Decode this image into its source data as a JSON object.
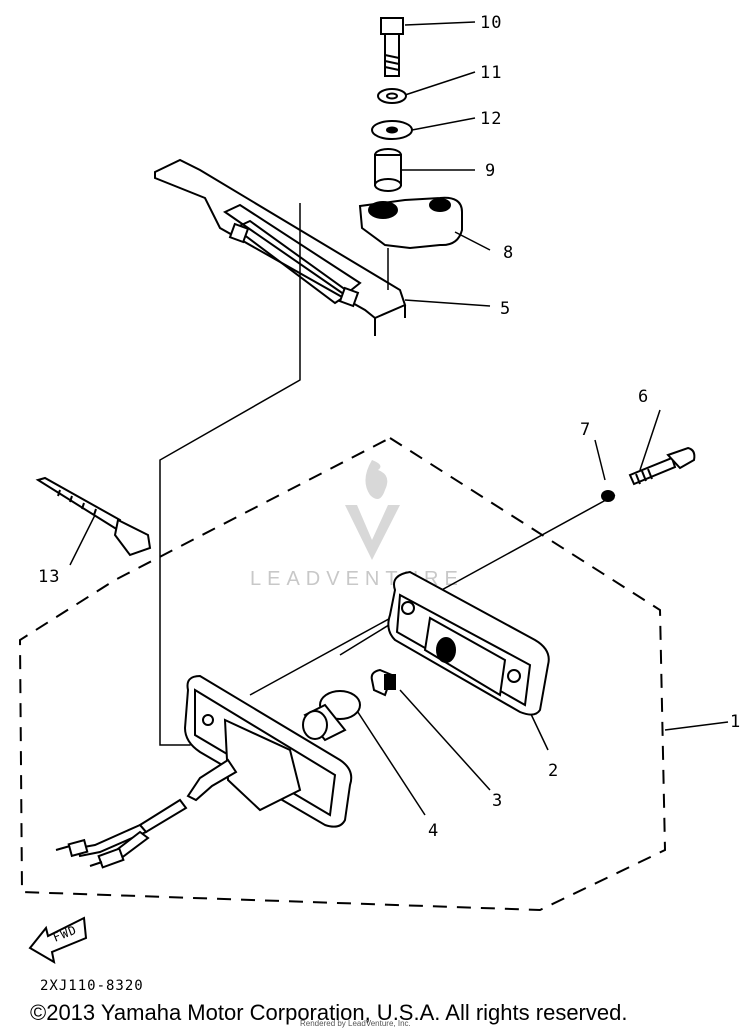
{
  "parts": [
    {
      "number": "10"
    },
    {
      "number": "11"
    },
    {
      "number": "12"
    },
    {
      "number": "9"
    },
    {
      "number": "8"
    },
    {
      "number": "5"
    },
    {
      "number": "6"
    },
    {
      "number": "7"
    },
    {
      "number": "13"
    },
    {
      "number": "1"
    },
    {
      "number": "2"
    },
    {
      "number": "3"
    },
    {
      "number": "4"
    }
  ],
  "direction_label": "FWD",
  "diagram_code": "2XJ110-8320",
  "watermark": "LEADVENTURE",
  "copyright": "©2013 Yamaha Motor Corporation, U.S.A. All rights reserved.",
  "rendered_by": "Rendered by LeadVenture, Inc.",
  "colors": {
    "ink": "#000000",
    "watermark": "#c8c8c8",
    "background": "#ffffff"
  }
}
